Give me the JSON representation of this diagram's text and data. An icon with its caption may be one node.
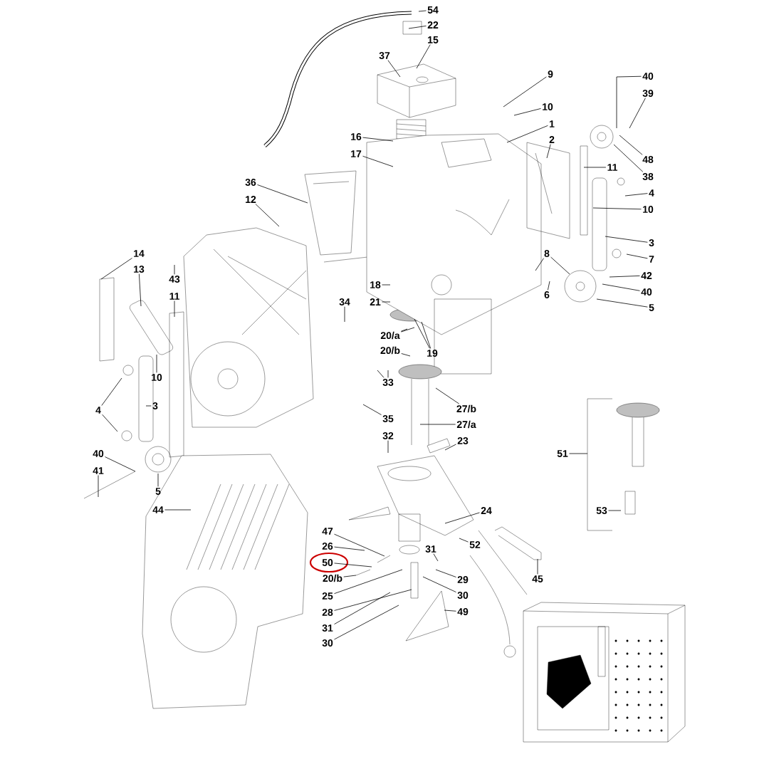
{
  "diagram": {
    "nodes": [
      {
        "text": [
          "54"
        ]
      },
      {
        "text": [
          "22"
        ]
      },
      {
        "text": [
          "15"
        ]
      },
      {
        "text": [
          "37"
        ]
      },
      {
        "text": [
          "9"
        ]
      },
      {
        "text": [
          "40"
        ]
      },
      {
        "text": [
          "39"
        ]
      },
      {
        "text": [
          "10"
        ]
      },
      {
        "text": [
          "1"
        ]
      },
      {
        "text": [
          "16"
        ]
      },
      {
        "text": [
          "2"
        ]
      },
      {
        "text": [
          "17"
        ]
      },
      {
        "text": [
          "48"
        ]
      },
      {
        "text": [
          "11"
        ]
      },
      {
        "text": [
          "38"
        ]
      },
      {
        "text": [
          "36"
        ]
      },
      {
        "text": [
          "4"
        ]
      },
      {
        "text": [
          "12"
        ]
      },
      {
        "text": [
          "10"
        ]
      },
      {
        "text": [
          "3"
        ]
      },
      {
        "text": [
          "14"
        ]
      },
      {
        "text": [
          "8"
        ]
      },
      {
        "text": [
          "7"
        ]
      },
      {
        "text": [
          "13"
        ]
      },
      {
        "text": [
          "42"
        ]
      },
      {
        "text": [
          "43"
        ]
      },
      {
        "text": [
          "18"
        ]
      },
      {
        "text": [
          "6"
        ]
      },
      {
        "text": [
          "40"
        ]
      },
      {
        "text": [
          "11"
        ]
      },
      {
        "text": [
          "34"
        ]
      },
      {
        "text": [
          "21"
        ]
      },
      {
        "text": [
          "5"
        ]
      },
      {
        "text": [
          "20/a"
        ]
      },
      {
        "text": [
          "20/b"
        ]
      },
      {
        "text": [
          "19"
        ]
      },
      {
        "text": [
          "10"
        ]
      },
      {
        "text": [
          "33"
        ]
      },
      {
        "text": [
          "3"
        ]
      },
      {
        "text": [
          "27/b"
        ]
      },
      {
        "text": [
          "4"
        ]
      },
      {
        "text": [
          "35"
        ]
      },
      {
        "text": [
          "27/a"
        ]
      },
      {
        "text": [
          "32"
        ]
      },
      {
        "text": [
          "23"
        ]
      },
      {
        "text": [
          "40"
        ]
      },
      {
        "text": [
          "51"
        ]
      },
      {
        "text": [
          "41"
        ]
      },
      {
        "text": [
          "5"
        ]
      },
      {
        "text": [
          "44"
        ]
      },
      {
        "text": [
          "53"
        ]
      },
      {
        "text": [
          "24"
        ]
      },
      {
        "text": [
          "47"
        ]
      },
      {
        "text": [
          "52"
        ]
      },
      {
        "text": [
          "26"
        ]
      },
      {
        "text": [
          "31"
        ]
      },
      {
        "text": [
          "50"
        ]
      },
      {
        "text": [
          "20/b"
        ]
      },
      {
        "text": [
          "45"
        ]
      },
      {
        "text": [
          "29"
        ]
      },
      {
        "text": [
          "25"
        ]
      },
      {
        "text": [
          "30"
        ]
      },
      {
        "text": [
          "28"
        ]
      },
      {
        "text": [
          "49"
        ]
      },
      {
        "text": [
          "31"
        ]
      },
      {
        "text": [
          "30"
        ]
      }
    ],
    "edges": [
      {
        "from": 0,
        "to": null,
        "arrow": "none"
      },
      {
        "from": 1,
        "to": null,
        "arrow": "none"
      },
      {
        "from": 2,
        "to": null,
        "arrow": "none"
      },
      {
        "from": 3,
        "to": null,
        "arrow": "none"
      },
      {
        "from": 4,
        "to": null,
        "arrow": "none"
      },
      {
        "from": 5,
        "to": null,
        "arrow": "none"
      },
      {
        "from": 6,
        "to": null,
        "arrow": "none"
      },
      {
        "from": 7,
        "to": null,
        "arrow": "none"
      },
      {
        "from": 8,
        "to": null,
        "arrow": "none"
      },
      {
        "from": 9,
        "to": null,
        "arrow": "none"
      },
      {
        "from": 10,
        "to": null,
        "arrow": "none"
      },
      {
        "from": 11,
        "to": null,
        "arrow": "none"
      },
      {
        "from": 12,
        "to": null,
        "arrow": "none"
      },
      {
        "from": 13,
        "to": null,
        "arrow": "none"
      },
      {
        "from": 14,
        "to": null,
        "arrow": "none"
      },
      {
        "from": 15,
        "to": null,
        "arrow": "none"
      },
      {
        "from": 16,
        "to": null,
        "arrow": "none"
      },
      {
        "from": 17,
        "to": null,
        "arrow": "none"
      },
      {
        "from": 18,
        "to": null,
        "arrow": "none"
      },
      {
        "from": 19,
        "to": null,
        "arrow": "none"
      },
      {
        "from": 20,
        "to": null,
        "arrow": "none"
      },
      {
        "from": 21,
        "to": null,
        "arrow": "none"
      },
      {
        "from": 21,
        "to": null,
        "arrow": "none"
      },
      {
        "from": 22,
        "to": null,
        "arrow": "none"
      },
      {
        "from": 23,
        "to": null,
        "arrow": "none"
      },
      {
        "from": 24,
        "to": null,
        "arrow": "none"
      },
      {
        "from": 25,
        "to": null,
        "arrow": "none"
      },
      {
        "from": 26,
        "to": null,
        "arrow": "none"
      },
      {
        "from": 27,
        "to": null,
        "arrow": "none"
      },
      {
        "from": 28,
        "to": null,
        "arrow": "none"
      },
      {
        "from": 29,
        "to": null,
        "arrow": "none"
      },
      {
        "from": 30,
        "to": null,
        "arrow": "none"
      },
      {
        "from": 31,
        "to": null,
        "arrow": "none"
      },
      {
        "from": 32,
        "to": null,
        "arrow": "none"
      },
      {
        "from": 33,
        "to": null,
        "arrow": "none"
      },
      {
        "from": 33,
        "to": null,
        "arrow": "none"
      },
      {
        "from": 34,
        "to": null,
        "arrow": "none"
      },
      {
        "from": 35,
        "to": null,
        "arrow": "none"
      },
      {
        "from": 35,
        "to": null,
        "arrow": "none"
      },
      {
        "from": 36,
        "to": null,
        "arrow": "none"
      },
      {
        "from": 37,
        "to": null,
        "arrow": "none"
      },
      {
        "from": 37,
        "to": null,
        "arrow": "none"
      },
      {
        "from": 38,
        "to": null,
        "arrow": "none"
      },
      {
        "from": 39,
        "to": null,
        "arrow": "none"
      },
      {
        "from": 40,
        "to": null,
        "arrow": "none"
      },
      {
        "from": 40,
        "to": null,
        "arrow": "none"
      },
      {
        "from": 41,
        "to": null,
        "arrow": "none"
      },
      {
        "from": 42,
        "to": null,
        "arrow": "none"
      },
      {
        "from": 43,
        "to": null,
        "arrow": "none"
      },
      {
        "from": 44,
        "to": null,
        "arrow": "none"
      },
      {
        "from": 45,
        "to": null,
        "arrow": "none"
      },
      {
        "from": 46,
        "to": null,
        "arrow": "none"
      },
      {
        "from": 47,
        "to": null,
        "arrow": "none"
      },
      {
        "from": 48,
        "to": null,
        "arrow": "none"
      },
      {
        "from": 49,
        "to": null,
        "arrow": "none"
      },
      {
        "from": 50,
        "to": null,
        "arrow": "none"
      },
      {
        "from": 51,
        "to": null,
        "arrow": "none"
      },
      {
        "from": 52,
        "to": null,
        "arrow": "none"
      },
      {
        "from": 53,
        "to": null,
        "arrow": "none"
      },
      {
        "from": 54,
        "to": null,
        "arrow": "none"
      },
      {
        "from": 55,
        "to": null,
        "arrow": "none"
      },
      {
        "from": 56,
        "to": null,
        "arrow": "none"
      },
      {
        "from": 57,
        "to": null,
        "arrow": "none"
      },
      {
        "from": 58,
        "to": null,
        "arrow": "none"
      },
      {
        "from": 59,
        "to": null,
        "arrow": "none"
      },
      {
        "from": 60,
        "to": null,
        "arrow": "none"
      },
      {
        "from": 61,
        "to": null,
        "arrow": "none"
      },
      {
        "from": 62,
        "to": null,
        "arrow": "none"
      },
      {
        "from": 63,
        "to": null,
        "arrow": "none"
      },
      {
        "from": 64,
        "to": null,
        "arrow": "none"
      },
      {
        "from": 65,
        "to": null,
        "arrow": "none"
      }
    ]
  }
}
